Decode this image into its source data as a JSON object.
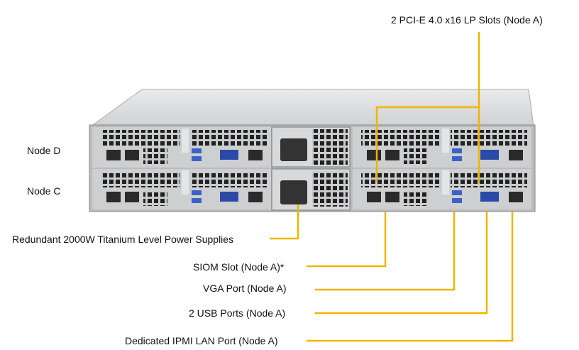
{
  "labels": {
    "pcie": "2 PCI-E 4.0 x16 LP Slots (Node A)",
    "node_d": "Node D",
    "node_c": "Node C",
    "psu": "Redundant  2000W Titanium Level Power Supplies",
    "siom": "SIOM Slot (Node A)*",
    "vga": "VGA Port (Node A)",
    "usb": "2 USB Ports (Node A)",
    "ipmi": "Dedicated IPMI  LAN Port (Node A)"
  },
  "colors": {
    "leader": "#f2b400",
    "chassis": "#d4d6d8",
    "vga": "#2b4aa8",
    "usb": "#3a62c8"
  }
}
